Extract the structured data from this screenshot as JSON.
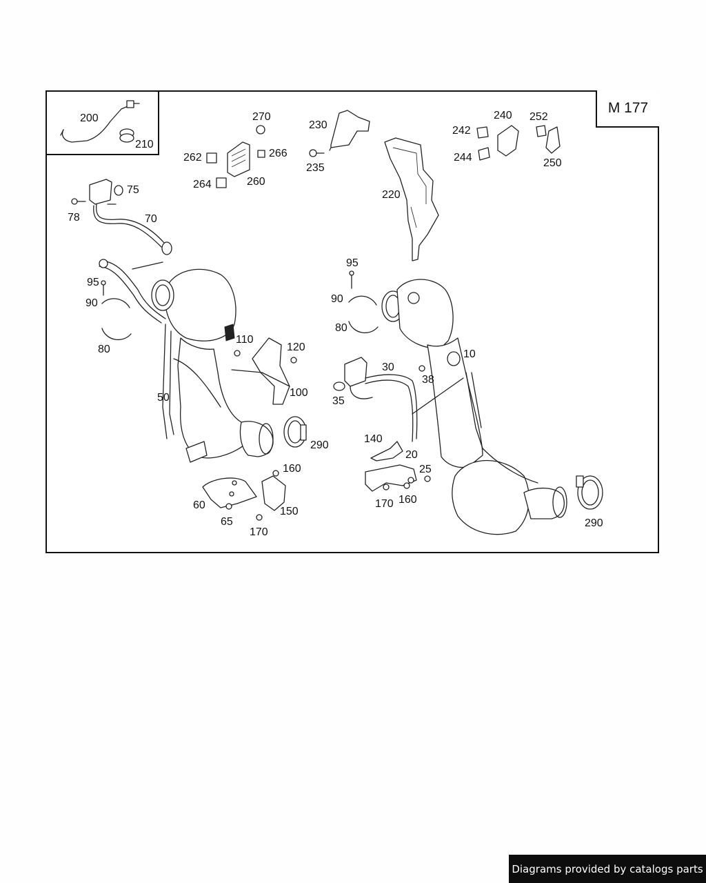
{
  "diagram": {
    "code": "M 177",
    "labels": {
      "p200": "200",
      "p210": "210",
      "p270": "270",
      "p230": "230",
      "p240": "240",
      "p242": "242",
      "p252": "252",
      "p244": "244",
      "p250": "250",
      "p262": "262",
      "p266": "266",
      "p235": "235",
      "p264": "264",
      "p260": "260",
      "p220": "220",
      "p75": "75",
      "p78": "78",
      "p70": "70",
      "p95a": "95",
      "p90a": "90",
      "p80a": "80",
      "p95b": "95",
      "p90b": "90",
      "p80b": "80",
      "p110": "110",
      "p120": "120",
      "p10": "10",
      "p30": "30",
      "p38": "38",
      "p35": "35",
      "p100": "100",
      "p50": "50",
      "p290a": "290",
      "p140": "140",
      "p20": "20",
      "p25": "25",
      "p160a": "160",
      "p60": "60",
      "p150": "150",
      "p65": "65",
      "p170a": "170",
      "p170b": "170",
      "p160b": "160",
      "p290b": "290"
    }
  },
  "footer": {
    "credit": "Diagrams provided by catalogs parts"
  }
}
